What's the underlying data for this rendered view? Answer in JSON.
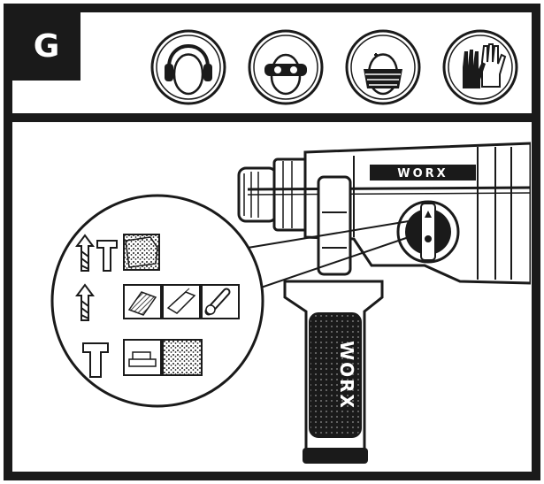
{
  "step": {
    "label": "G"
  },
  "safety_icons": [
    {
      "icon": "ear-protection-icon"
    },
    {
      "icon": "safety-goggles-icon"
    },
    {
      "icon": "dust-mask-icon"
    },
    {
      "icon": "work-gloves-icon"
    }
  ],
  "tool": {
    "brand_top": "WORX",
    "brand_handle": "WORX"
  },
  "mode_rows": [
    {
      "mode": "hammer-drill",
      "materials": [
        "concrete"
      ]
    },
    {
      "mode": "drill",
      "materials": [
        "wood",
        "metal",
        "plastic-pipe"
      ]
    },
    {
      "mode": "chisel",
      "materials": [
        "brick",
        "concrete"
      ]
    }
  ],
  "colors": {
    "ink": "#1a1a1a",
    "paper": "#ffffff",
    "grey": "#bdbdbd"
  }
}
